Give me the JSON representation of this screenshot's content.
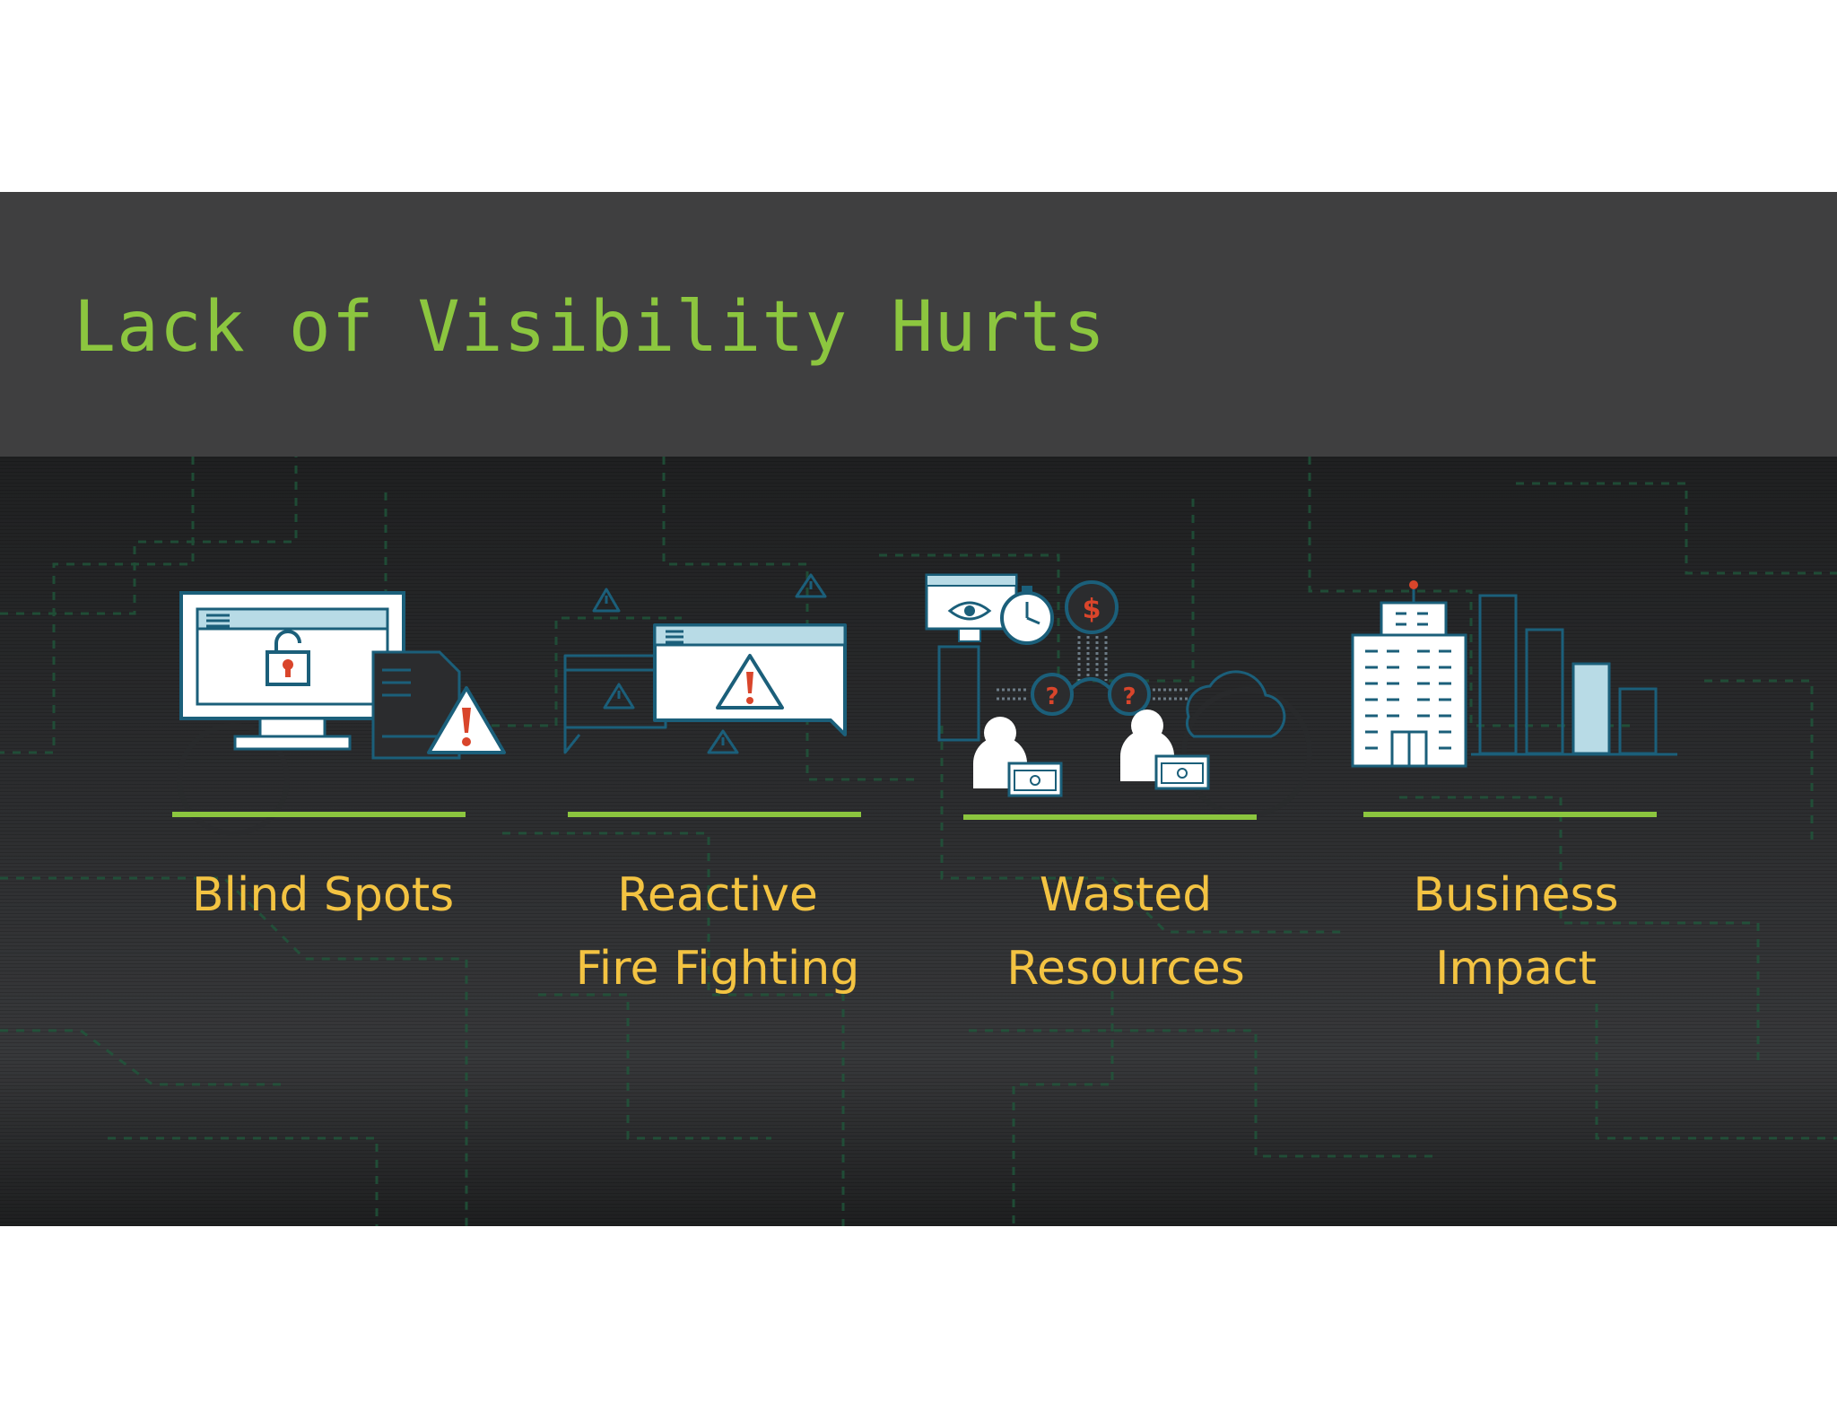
{
  "slide": {
    "title": "Lack of Visibility Hurts",
    "accent_color": "#8cc63f",
    "label_color": "#f3c342",
    "items": [
      {
        "line1": "Blind Spots",
        "line2": "",
        "icon": "computer-unlocked-warning-icon"
      },
      {
        "line1": "Reactive",
        "line2": "Fire Fighting",
        "icon": "warning-windows-icon"
      },
      {
        "line1": "Wasted",
        "line2": "Resources",
        "icon": "people-money-time-icon"
      },
      {
        "line1": "Business",
        "line2": "Impact",
        "icon": "building-bar-chart-icon"
      }
    ]
  }
}
